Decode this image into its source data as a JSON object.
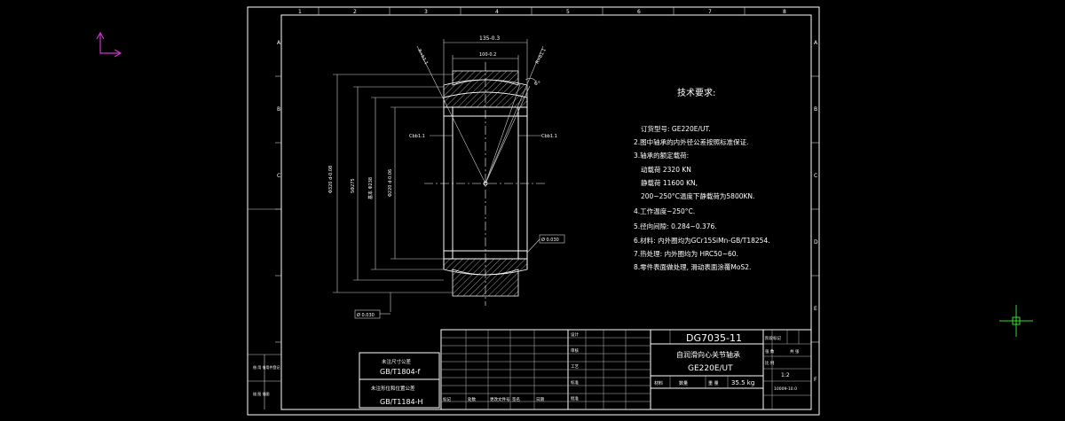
{
  "colors": {
    "background": "#000000",
    "line": "#ffffff",
    "ucs": "#cc33cc",
    "crosshair": "#33dd33"
  },
  "border": {
    "columns": [
      "1",
      "2",
      "3",
      "4",
      "5",
      "6",
      "7",
      "8"
    ],
    "rows": [
      "A",
      "B",
      "C",
      "D",
      "E",
      "F"
    ]
  },
  "dimensions": {
    "top_outer": "135-0.3",
    "top_inner": "100-0.2",
    "chamfer_left_top": "R≈b1.1",
    "chamfer_right_top": "R≈b1.1",
    "angle": "6°",
    "left_small": "Cbb1.1",
    "right_small": "Cbb1.1",
    "dia_outer": "Φ320 d-0.08",
    "dia_sphere": "SΦ275",
    "dia_mid": "基本 Φ238",
    "dia_bore": "Φ220 d-0.06",
    "tol_right": "Ø 0.030",
    "tol_bottom": "Ø 0.030"
  },
  "tech": {
    "title": "技术要求:",
    "lines": [
      "订货型号: GE220E/UT.",
      "2.图中轴承的内外径公差按照标准保证.",
      "3.轴承的额定载荷:",
      "动载荷  2320  KN",
      "静载荷  11600  KN,",
      "200~250°C温度下静载荷为5800KN.",
      "4.工作温度~250°C.",
      "5.径向间隙: 0.284~0.376.",
      "6.材料: 内外圈均为GCr15SiMn-GB/T18254.",
      "7.热处理: 内外圈均为 HRC50~60.",
      "8.零件表面做处理, 滑动表面涂覆MoS2."
    ]
  },
  "standards": {
    "label1": "未注尺寸公差",
    "code1": "GB/T1804-f",
    "label2": "未注形位和位置公差",
    "code2": "GB/T1184-H"
  },
  "left_strip": {
    "row1": "借 用  借用件登记",
    "row2": "描 图  描图"
  },
  "title_block": {
    "drawing_no": "DG7035-11",
    "name1": "自润滑向心关节轴承",
    "name2": "GE220E/UT",
    "material_label": "材料",
    "material_value": "数量",
    "weight_label": "重 量",
    "weight_value": "35.5 kg",
    "scale_label": "比 例",
    "scale_value": "1:2",
    "sheet_label": "张 数",
    "sheet_value": "共 张",
    "stage": "阶段标记",
    "code": "10009-10.0",
    "left_cells": [
      "标记",
      "处数",
      "更改文件号",
      "签名",
      "日期",
      "批 准"
    ],
    "sig_rows": [
      "设计",
      "审核",
      "工艺",
      "标准",
      "批准"
    ]
  }
}
